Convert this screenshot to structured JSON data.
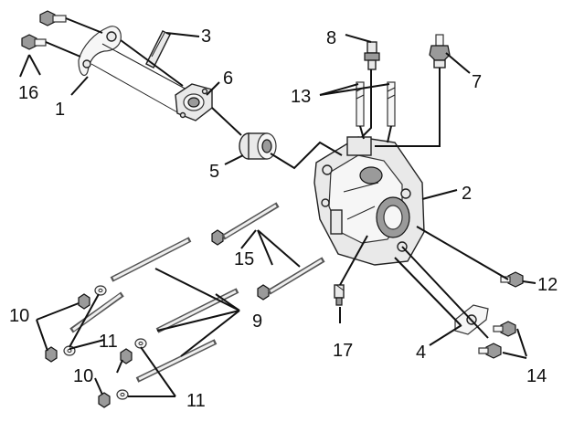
{
  "diagram": {
    "callouts": [
      {
        "id": "c1",
        "text": "1"
      },
      {
        "id": "c2",
        "text": "2"
      },
      {
        "id": "c3",
        "text": "3"
      },
      {
        "id": "c4",
        "text": "4"
      },
      {
        "id": "c5",
        "text": "5"
      },
      {
        "id": "c6",
        "text": "6"
      },
      {
        "id": "c7",
        "text": "7"
      },
      {
        "id": "c8",
        "text": "8"
      },
      {
        "id": "c9",
        "text": "9"
      },
      {
        "id": "c10a",
        "text": "10"
      },
      {
        "id": "c10b",
        "text": "10"
      },
      {
        "id": "c11a",
        "text": "11"
      },
      {
        "id": "c11b",
        "text": "11"
      },
      {
        "id": "c12",
        "text": "12"
      },
      {
        "id": "c13",
        "text": "13"
      },
      {
        "id": "c14",
        "text": "14"
      },
      {
        "id": "c15",
        "text": "15"
      },
      {
        "id": "c16",
        "text": "16"
      },
      {
        "id": "c17",
        "text": "17"
      }
    ]
  }
}
